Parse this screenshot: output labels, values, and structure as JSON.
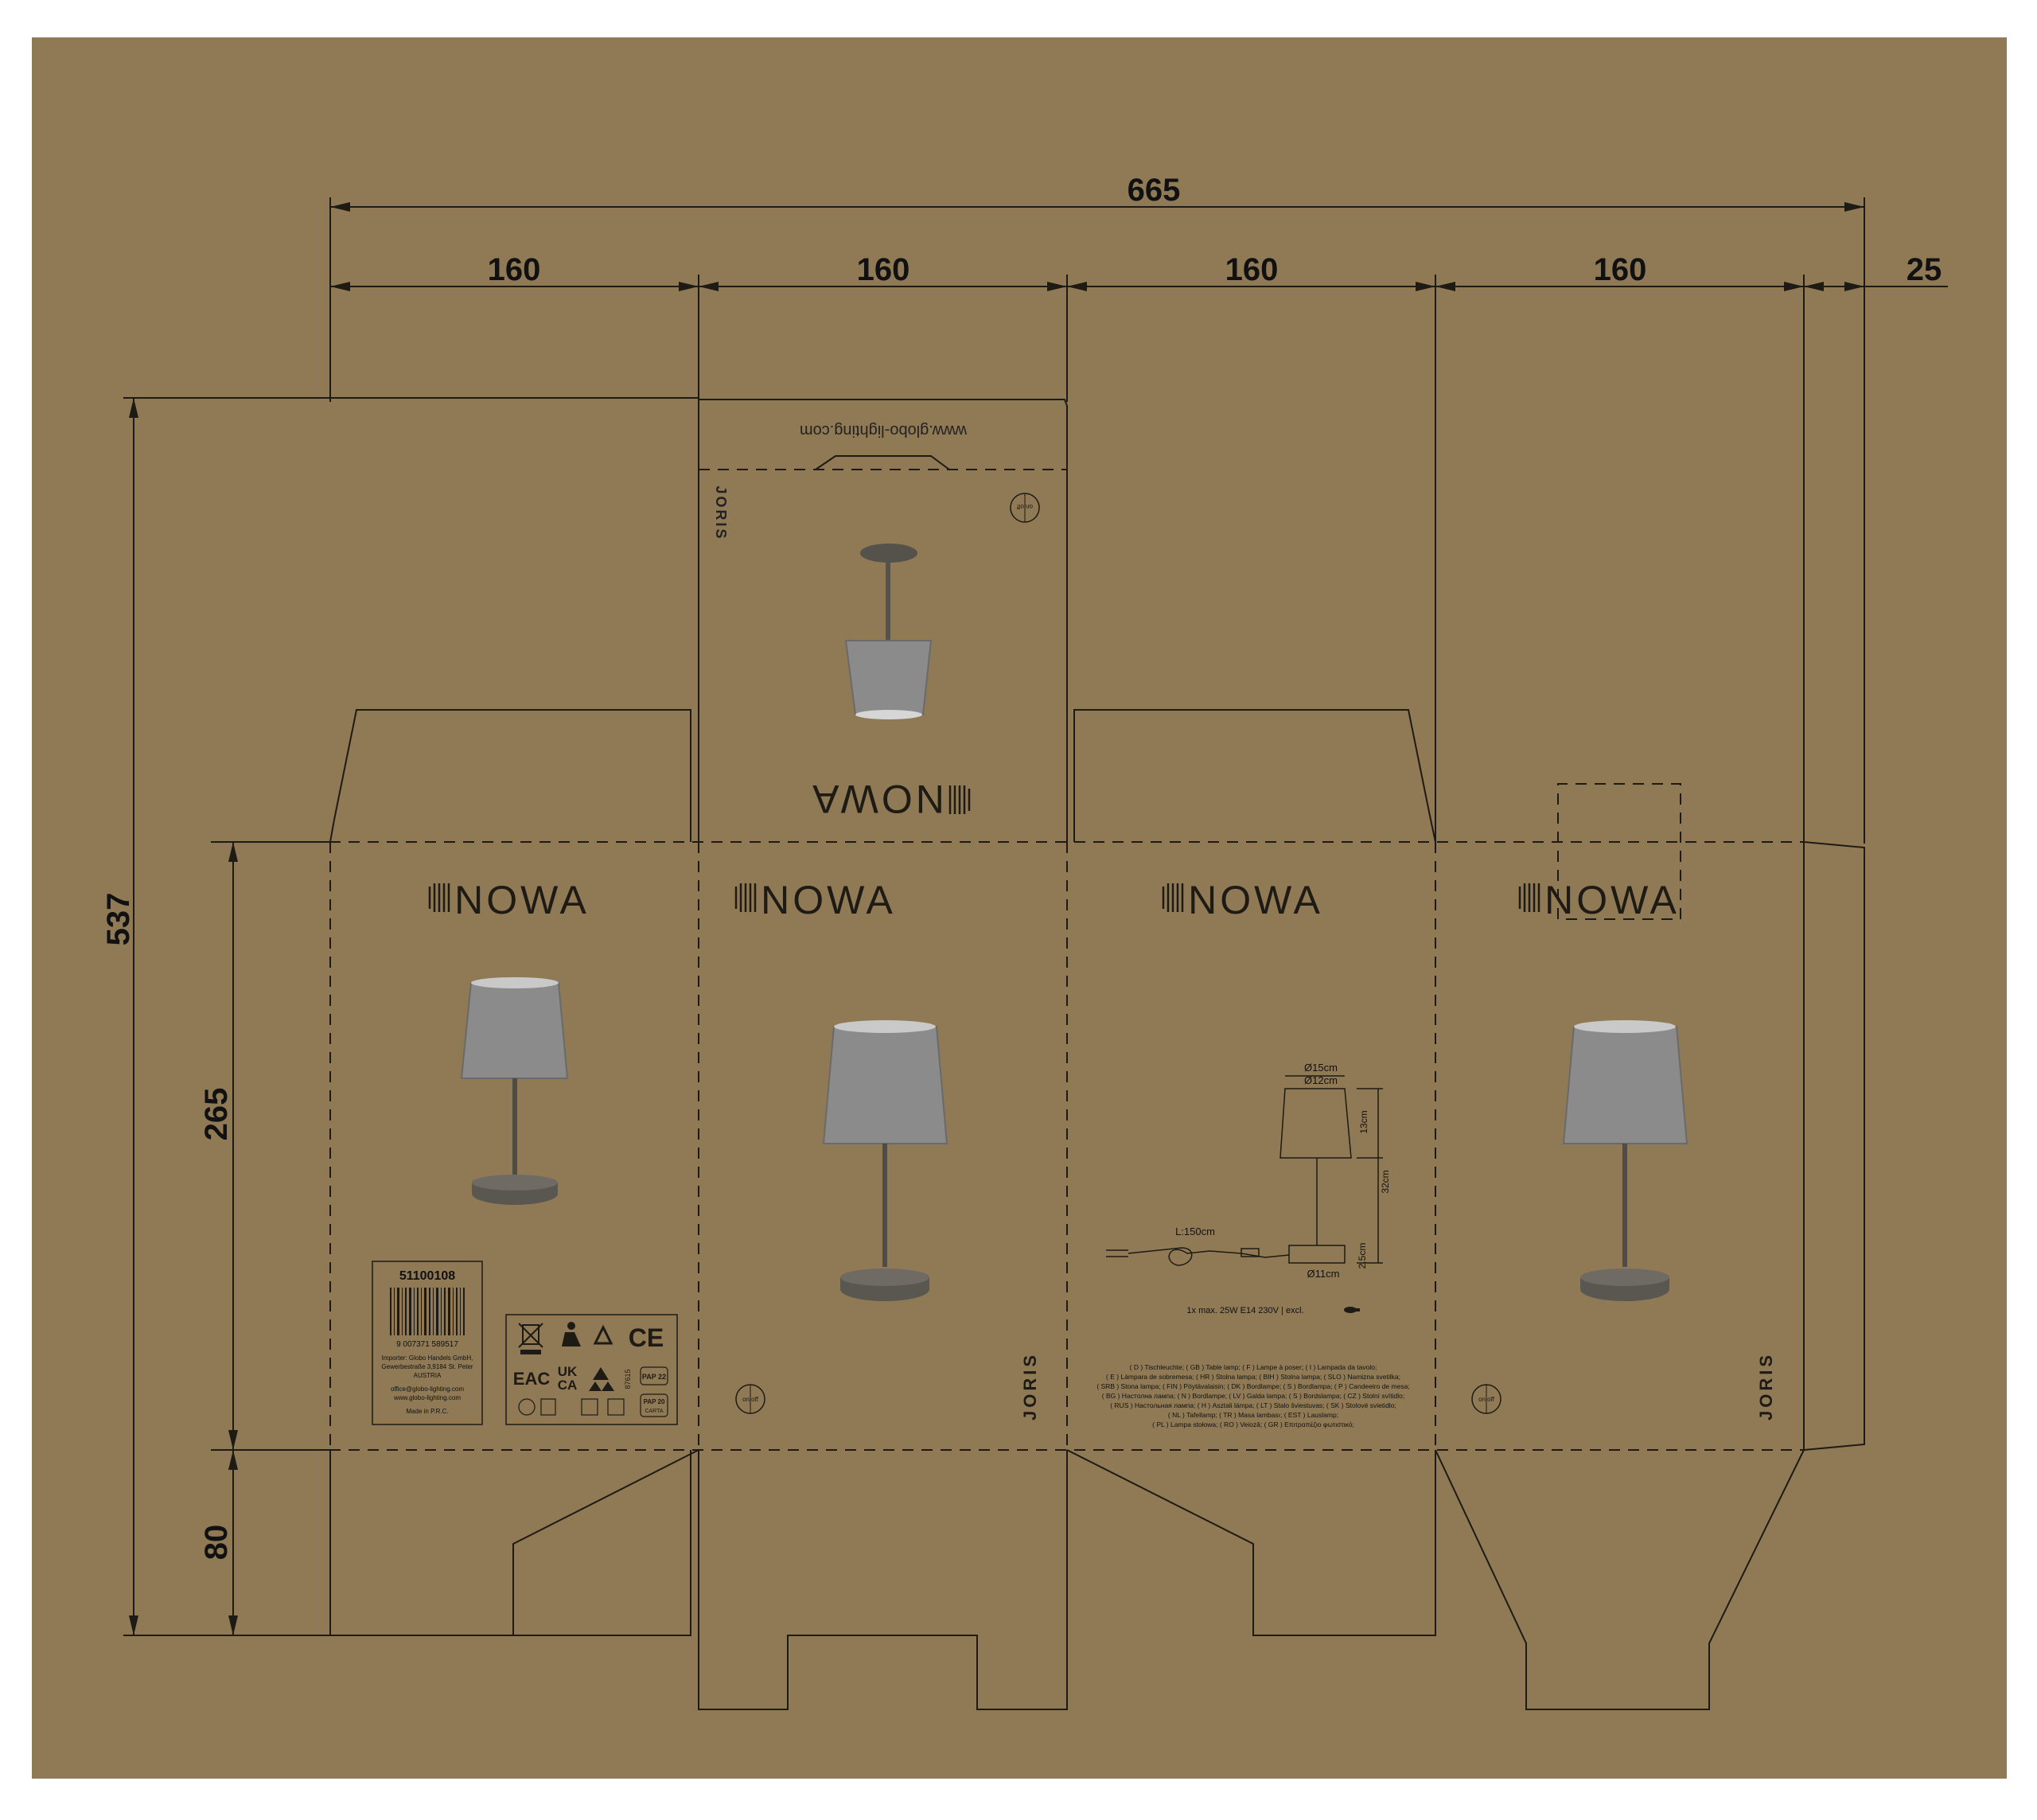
{
  "colors": {
    "panel": "#8f7a55",
    "line": "#1e1a14",
    "lamp_shade": "#8a8a8a",
    "lamp_metal": "#5a5650"
  },
  "dimensions": {
    "total_width": "665",
    "panel_widths": [
      "160",
      "160",
      "160",
      "160"
    ],
    "glue_flap": "25",
    "total_height": "537",
    "body_height": "265",
    "bottom_flap": "80"
  },
  "top_flap": {
    "url": "www.globo-lighting.com",
    "model": "JORIS",
    "brand": "NOWA",
    "switch_label": "on off"
  },
  "panels": {
    "brand": "NOWA",
    "model": "JORIS",
    "switch_label": "on off",
    "sku_box": {
      "sku": "51100108",
      "barcode_digits": "9 007371 589517",
      "importer": "Importer: Globo Handels GmbH,",
      "address": "Gewerbestraße 3,9184 St. Peter",
      "country": "AUSTRIA",
      "email": "office@globo-lighting.com",
      "website": "www.globo-lighting.com",
      "origin": "Made in P.R.C."
    },
    "symbols_box": {
      "ce": "CE",
      "eac": "EAC",
      "ukca_top": "UK",
      "ukca_bottom": "CA",
      "code": "87615",
      "pap": "PAP 22",
      "pap2": "PAP 20",
      "carta": "CARTA"
    },
    "spec": {
      "shade_top": "Ø15cm",
      "shade_bottom": "Ø12cm",
      "shade_height": "13cm",
      "lamp_height": "32cm",
      "base_height": "2.5cm",
      "base_diameter": "Ø11cm",
      "cable": "L:150cm",
      "bulb": "1x max. 25W E14 230V | excl.",
      "names": [
        "( D ) Tischleuchte; ( GB ) Table lamp; ( F ) Lampe à poser; ( I ) Lampada da tavolo;",
        "( E ) Lámpara de sobremesa; ( HR ) Stolna lampa; ( BIH ) Stolna lampa; ( SLO ) Namizna svetilka;",
        "( SRB ) Stona lampa; ( FIN ) Pöytävalaisin; ( DK ) Bordlampe; ( S ) Bordlampa; ( P ) Candeeiro de mesa;",
        "( BG ) Настолна лампа; ( N ) Bordlampe; ( LV ) Galda lampa; ( S ) Bordslampa; ( CZ ) Stolní svítidlo;",
        "( RUS ) Настольная лампа; ( H ) Asztali lámpa; ( LT ) Stalo šviestuvas; ( SK ) Stolové svietidlo;",
        "( NL ) Tafellamp; ( TR ) Masa lambası; ( EST ) Lauslamp;",
        "( PL ) Lampa stołowa; ( RO ) Veioză; ( GR ) Επιτραπέζιο φωτιστικό;"
      ]
    }
  }
}
